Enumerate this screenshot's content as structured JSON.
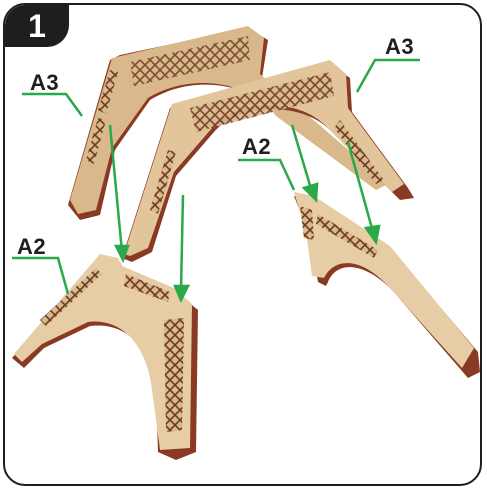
{
  "step": {
    "number": "1"
  },
  "labels": {
    "a3_left": "A3",
    "a3_right": "A3",
    "a2_right": "A2",
    "a2_left": "A2"
  },
  "colors": {
    "wood": "#d9b98c",
    "wood_light": "#e8cfa6",
    "wood_edge": "#8a3a22",
    "leader": "#2aa84a",
    "frame": "#1e1e1e"
  }
}
